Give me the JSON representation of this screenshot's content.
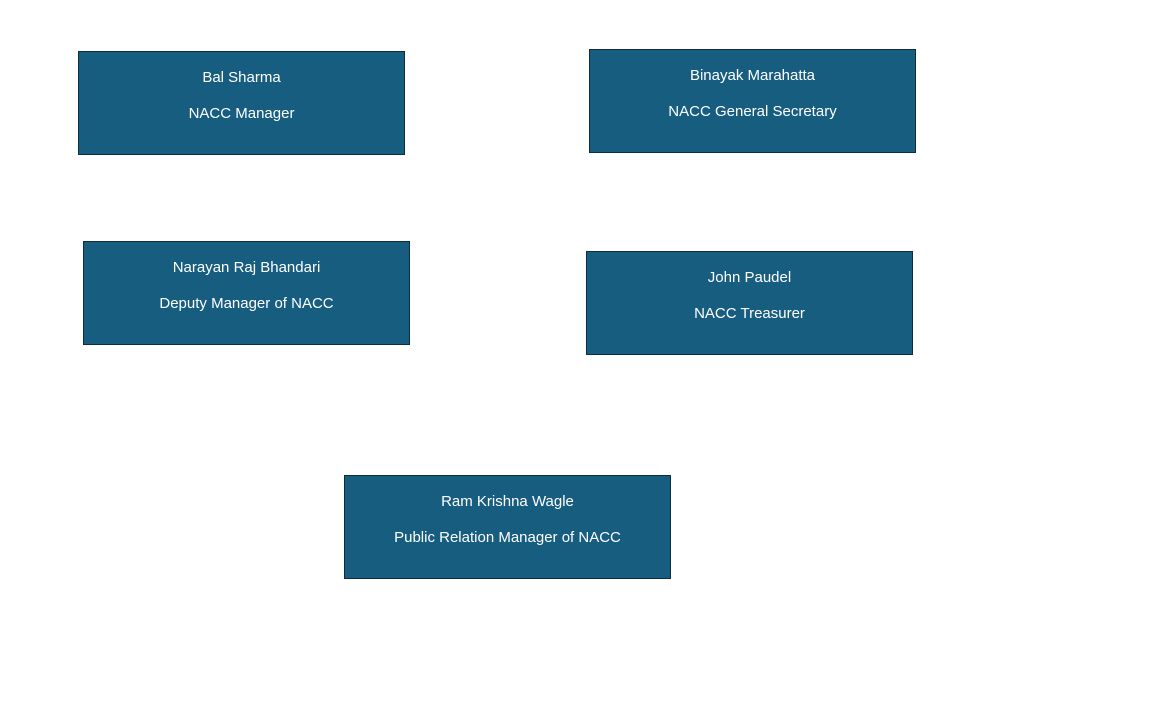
{
  "theme": {
    "box_fill": "#165d80",
    "box_border": "#0e2c3c",
    "text_color": "#ffffff",
    "background": "#ffffff"
  },
  "members": [
    {
      "name": "Bal Sharma",
      "role": "NACC Manager"
    },
    {
      "name": "Binayak Marahatta",
      "role": "NACC General Secretary"
    },
    {
      "name": "Narayan Raj Bhandari",
      "role": "Deputy Manager of NACC"
    },
    {
      "name": "John Paudel",
      "role": "NACC Treasurer"
    },
    {
      "name": "Ram Krishna Wagle",
      "role": "Public Relation Manager of NACC"
    }
  ]
}
